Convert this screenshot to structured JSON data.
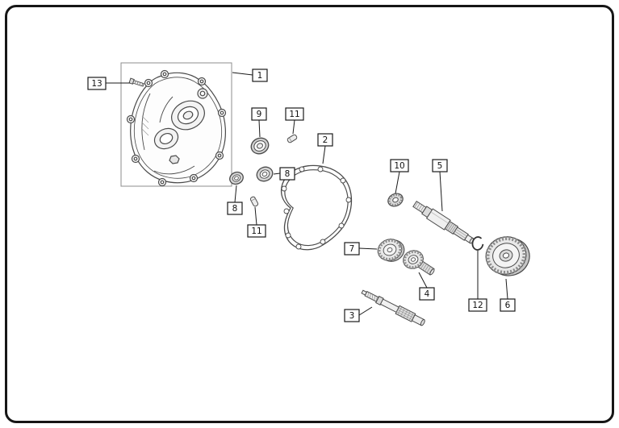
{
  "diagram": {
    "type": "exploded-parts-diagram",
    "background": "#ffffff",
    "border_color": "#161616",
    "part_line_color": "#4a4a4a",
    "callout_line_color": "#1a1a1a"
  },
  "callouts": [
    "1",
    "13",
    "9",
    "11",
    "2",
    "8",
    "8",
    "11",
    "10",
    "5",
    "7",
    "4",
    "12",
    "6",
    "3"
  ]
}
